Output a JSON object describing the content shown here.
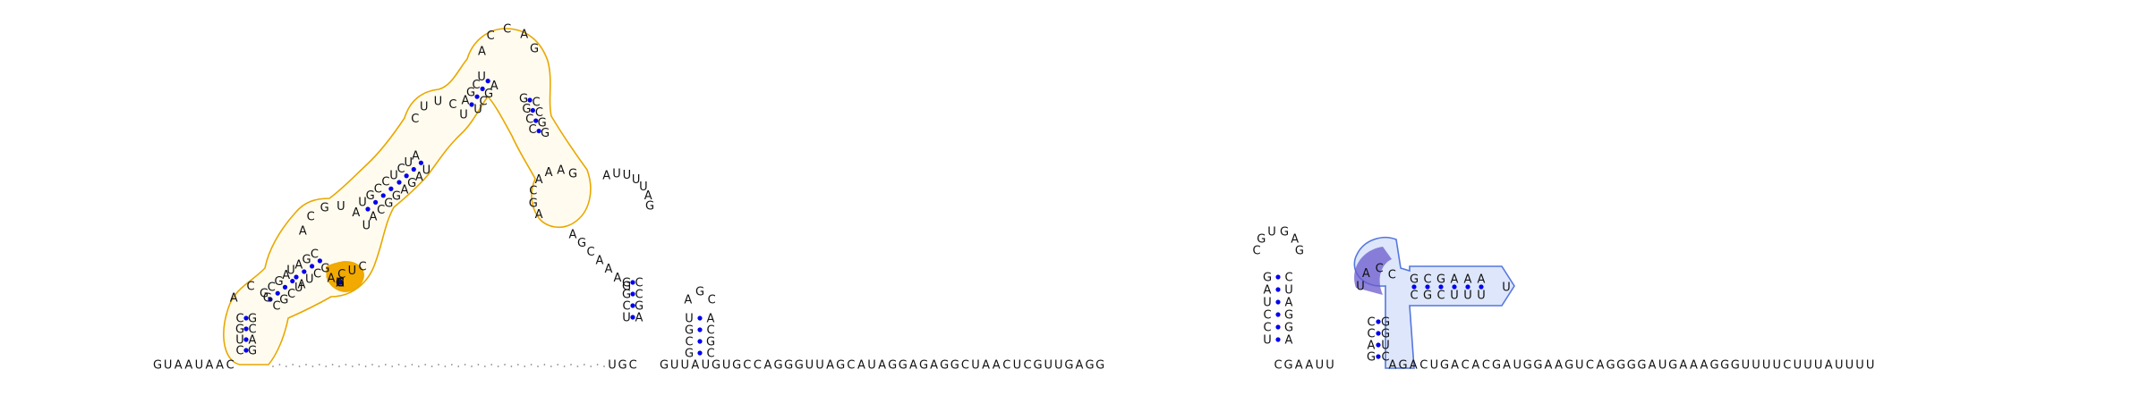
{
  "diagram": {
    "type": "RNA secondary structure",
    "colors": {
      "nucleotide_text": "#111111",
      "base_pair_dot": "#0000ee",
      "domain_outline": "#e8a800",
      "domain_fill": "#fffbef",
      "highlight_orange": "#f2a900",
      "right_domain_outline": "#5577dd",
      "right_domain_fill": "#dde6fb",
      "highlight_purple": "#6a5acd"
    },
    "baseline": {
      "left_run": "GUAAUAAC",
      "middle_run": "UGC",
      "right_run": "GUUAUGUGCCAGGGUUAGCAUAGGAGAGGCUAACUCGUUGAGG",
      "right_run_2": "CGAAUU",
      "tail_run": "AGACUGACACGAUGGAAGUCAGGGGAUGAAAGGGUUUUCUUUAUUUU"
    },
    "helices": {
      "h1": {
        "left": "CUGC",
        "right": "GCAG"
      },
      "h2": {
        "left": "GCGA",
        "right": "UCGC"
      },
      "h3": {
        "left": "UAGC",
        "right": "GCUA"
      },
      "h4": {
        "left": "UGCC",
        "right": "GGCA"
      },
      "h5": {
        "left": "GUAC",
        "right": "GUAC"
      },
      "h6": {
        "left": "UCUA",
        "right": "UAGA"
      },
      "h7": {
        "left": "AGCU",
        "right": "AGCU"
      },
      "h8": {
        "left": "UGCG",
        "right": "CGCA"
      },
      "h9": {
        "left": "GAUCCU",
        "right": "AGGAUC"
      },
      "h10": {
        "left": "GGCU",
        "right": "AGCC"
      },
      "h11": {
        "left": "CCAG",
        "right": "CUGG"
      },
      "h12": {
        "left": "GGCC",
        "right": "GGCC"
      },
      "h13": {
        "left": "GCGAAA",
        "right": "UUUCGC"
      }
    },
    "loops": {
      "l1": "ACG",
      "l2": "ACGUAU",
      "l3": "CUUCU",
      "l4": "ACCAG",
      "l5": "AUUUUAG",
      "l6": "AGCAAAG",
      "l7": "AGC",
      "l8": "CGUGAG",
      "l9": "UACC",
      "l10": "U",
      "h1_caps": "ACUC"
    }
  }
}
